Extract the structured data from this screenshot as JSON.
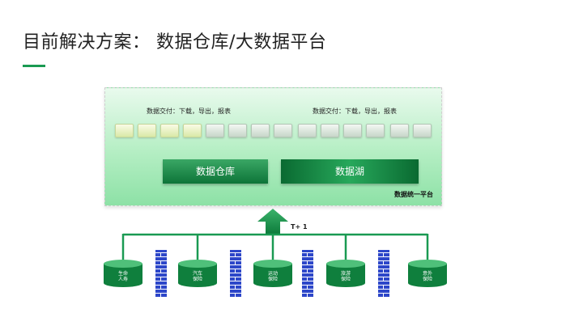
{
  "title": "目前解决方案： 数据仓库/大数据平台",
  "platform": {
    "delivery_left": "数据交付：下载，导出，报表",
    "delivery_right": "数据交付：下载，导出，报表",
    "data_warehouse": "数据仓库",
    "data_lake": "数据湖",
    "label": "数据统一平台"
  },
  "arrow_label": "T+ 1",
  "sources": [
    {
      "line1": "生命",
      "line2": "人寿"
    },
    {
      "line1": "汽车",
      "line2": "保险"
    },
    {
      "line1": "运动",
      "line2": "保险"
    },
    {
      "line1": "旅游",
      "line2": "保险"
    },
    {
      "line1": "意外",
      "line2": "保险"
    }
  ],
  "colors": {
    "accent": "#1a9a52",
    "database": "#0f7f3d",
    "firewall": "#2d47c9"
  }
}
